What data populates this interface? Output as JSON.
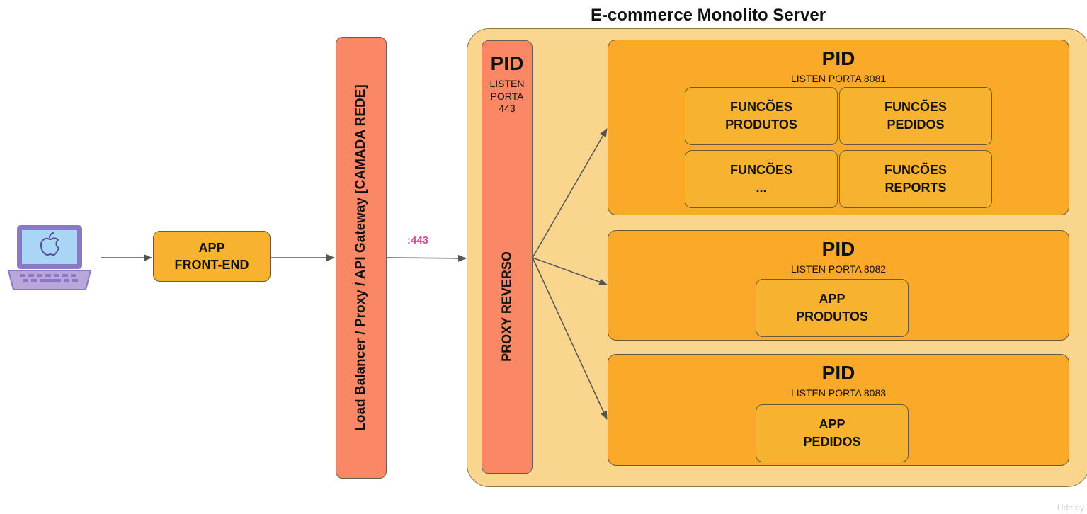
{
  "server": {
    "title": "E-commerce Monolito Server"
  },
  "app_frontend": {
    "line1": "APP",
    "line2": "FRONT-END"
  },
  "load_balancer": {
    "label": "Load Balancer / Proxy / API Gateway [CAMADA REDE]"
  },
  "port_label": ":443",
  "proxy": {
    "pid": "PID",
    "listen_line1": "LISTEN",
    "listen_line2": "PORTA",
    "listen_line3": "443",
    "label": "PROXY REVERSO"
  },
  "pid_boxes": [
    {
      "title": "PID",
      "subtitle": "LISTEN PORTA  8081",
      "items": [
        {
          "line1": "FUNCÕES",
          "line2": "PRODUTOS"
        },
        {
          "line1": "FUNCÕES",
          "line2": "PEDIDOS"
        },
        {
          "line1": "FUNCÕES",
          "line2": "..."
        },
        {
          "line1": "FUNCÕES",
          "line2": "REPORTS"
        }
      ]
    },
    {
      "title": "PID",
      "subtitle": "LISTEN PORTA  8082",
      "items": [
        {
          "line1": "APP",
          "line2": "PRODUTOS"
        }
      ]
    },
    {
      "title": "PID",
      "subtitle": "LISTEN PORTA  8083",
      "items": [
        {
          "line1": "APP",
          "line2": "PEDIDOS"
        }
      ]
    }
  ],
  "watermark": "Udemy",
  "colors": {
    "server_bg": "#fad58d",
    "pid_bg": "#fba929",
    "inner_bg": "#f7b22f",
    "bar_bg": "#fa8766",
    "port_label": "#e8469a",
    "laptop": "#b9a7dc"
  },
  "icons": {
    "client": "laptop-icon"
  }
}
